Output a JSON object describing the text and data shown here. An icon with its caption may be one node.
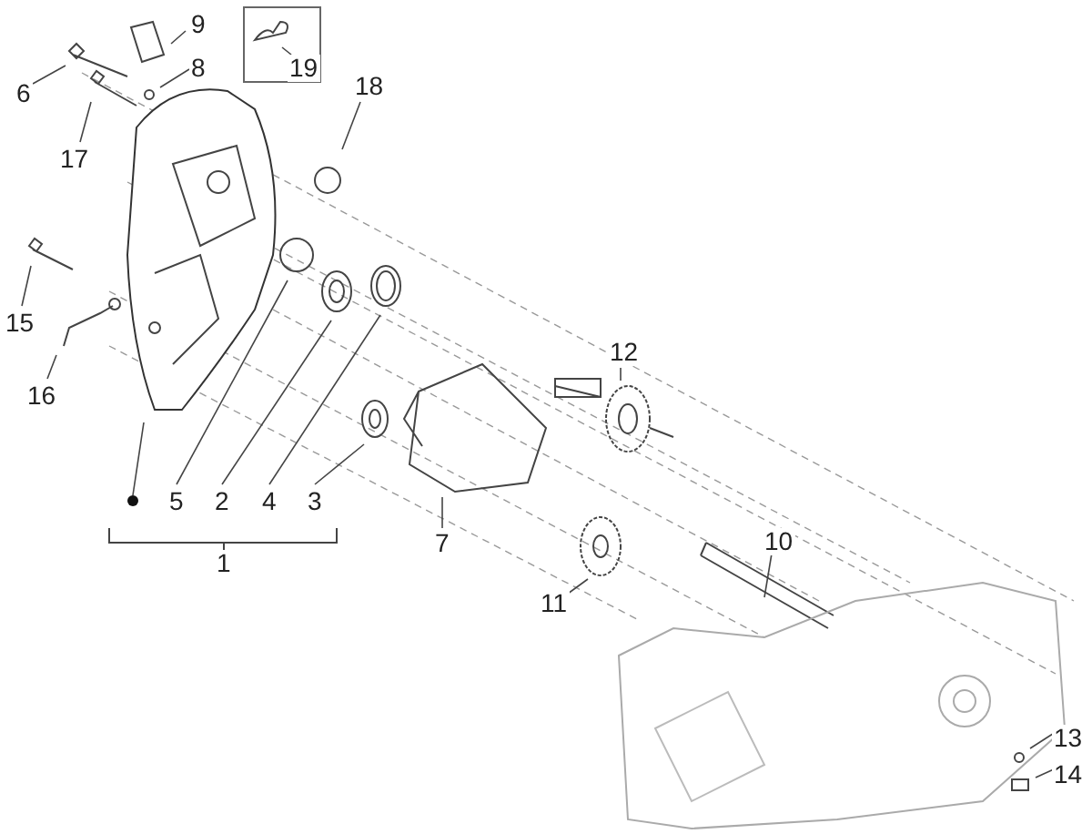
{
  "diagram": {
    "nodes": [
      {
        "text": [
          "9"
        ]
      },
      {
        "text": [
          "6"
        ]
      },
      {
        "text": [
          "8"
        ]
      },
      {
        "text": [
          "19"
        ]
      },
      {
        "text": [
          "17"
        ]
      },
      {
        "text": [
          "18"
        ]
      },
      {
        "text": [
          "15"
        ]
      },
      {
        "text": [
          "16"
        ]
      },
      {
        "text": [
          "12"
        ]
      },
      {
        "text": [],
        "shape": "circle"
      },
      {
        "text": [
          "5"
        ]
      },
      {
        "text": [
          "2"
        ]
      },
      {
        "text": [
          "4"
        ]
      },
      {
        "text": [
          "3"
        ]
      },
      {
        "text": [
          "7"
        ]
      },
      {
        "text": [
          "10"
        ]
      },
      {
        "text": [
          "11"
        ]
      },
      {
        "text": [
          "13"
        ]
      },
      {
        "text": [
          "14"
        ]
      }
    ],
    "edges": [
      {
        "from": 0,
        "to": null,
        "arrow": "none"
      },
      {
        "from": 1,
        "to": null,
        "arrow": "none"
      },
      {
        "from": 2,
        "to": null,
        "arrow": "none"
      },
      {
        "from": 3,
        "to": null,
        "arrow": "none"
      },
      {
        "from": 4,
        "to": null,
        "arrow": "none"
      },
      {
        "from": 5,
        "to": null,
        "arrow": "none"
      },
      {
        "from": 6,
        "to": null,
        "arrow": "none"
      },
      {
        "from": 7,
        "to": null,
        "arrow": "none"
      },
      {
        "from": 8,
        "to": null,
        "arrow": "none"
      },
      {
        "from": 9,
        "to": null,
        "arrow": "none"
      },
      {
        "from": 10,
        "to": null,
        "arrow": "none"
      },
      {
        "from": 11,
        "to": null,
        "arrow": "none"
      },
      {
        "from": 12,
        "to": null,
        "arrow": "none"
      },
      {
        "from": 13,
        "to": null,
        "arrow": "none"
      },
      {
        "from": 14,
        "to": null,
        "arrow": "none"
      },
      {
        "from": 15,
        "to": null,
        "arrow": "none"
      },
      {
        "from": 16,
        "to": null,
        "arrow": "none"
      },
      {
        "from": 17,
        "to": null,
        "arrow": "none"
      },
      {
        "from": 18,
        "to": null,
        "arrow": "none"
      }
    ],
    "labels": [
      "1"
    ]
  }
}
